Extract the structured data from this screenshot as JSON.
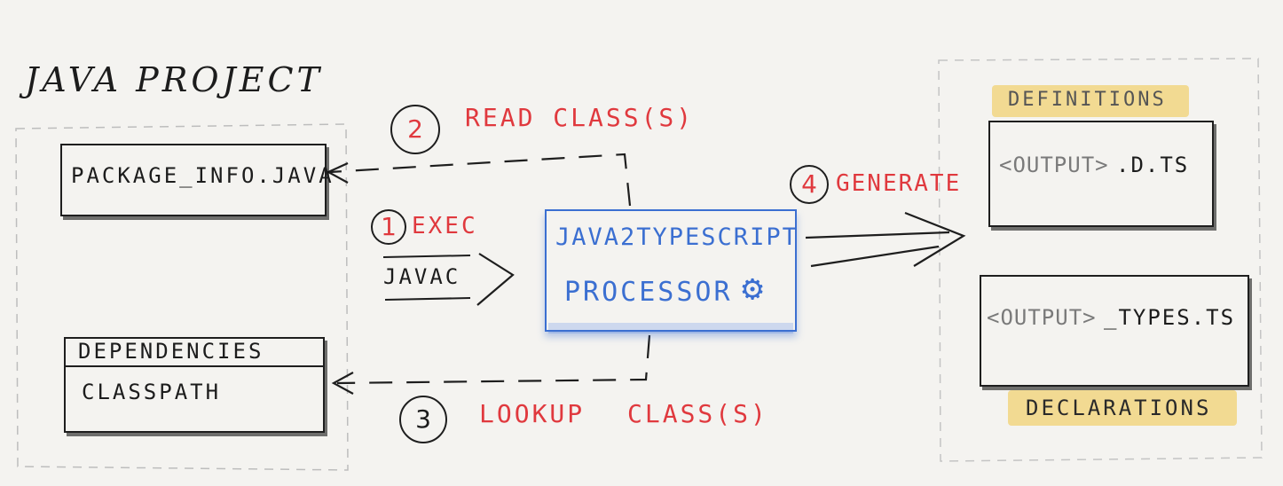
{
  "diagram": {
    "title": "Java Project",
    "package_info": "Package_info.java",
    "dependencies_header": "Dependencies",
    "dependencies_classpath": "Classpath",
    "javac_label": "javac",
    "processor_line1": "Java2typescript",
    "processor_line2": "Processor",
    "gear_icon_glyph": "⚙",
    "steps": [
      {
        "number": "1",
        "label": "exec"
      },
      {
        "number": "2",
        "label": "read class(s)"
      },
      {
        "number": "3",
        "label": "lookup class(s)"
      },
      {
        "number": "4",
        "label": "generate"
      }
    ],
    "output_definitions_tag": "Definitions",
    "output_definitions_file_prefix": "<output>",
    "output_definitions_file_suffix": ".d.ts",
    "output_declarations_file_prefix": "<output>",
    "output_declarations_file_suffix": "_types.ts",
    "output_declarations_tag": "Declarations"
  },
  "colors": {
    "ink": "#1c1c1c",
    "red": "#e0393e",
    "blue": "#3b6fd1",
    "highlight": "#f0c446",
    "paper": "#f4f3f0"
  }
}
